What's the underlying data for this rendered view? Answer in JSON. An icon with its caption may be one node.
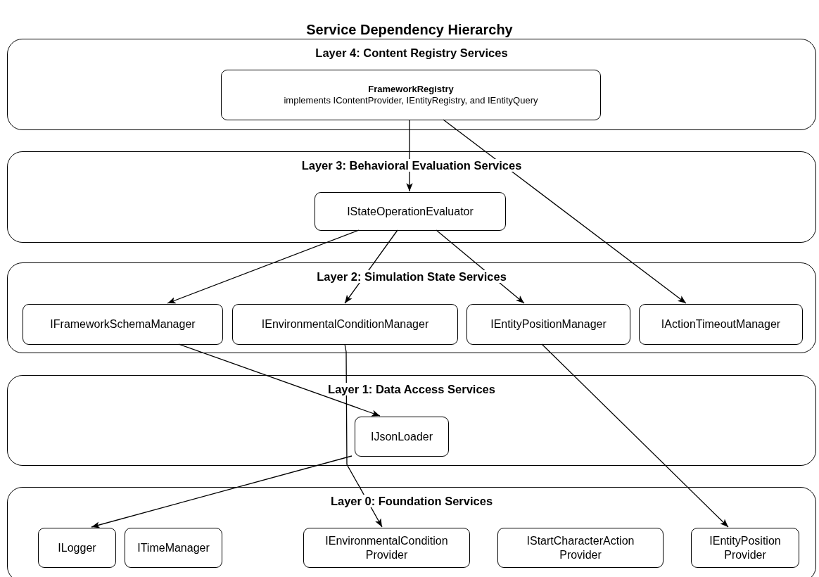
{
  "diagram": {
    "title": "Service Dependency Hierarchy",
    "nodes": [
      {
        "text": [
          "Layer 4: Content Registry Services"
        ]
      },
      {
        "text": [
          "FrameworkRegistry",
          "implements IContentProvider, IEntityRegistry, and IEntityQuery"
        ],
        "in": 0
      },
      {
        "text": [
          "Layer 3: Behavioral Evaluation Services"
        ]
      },
      {
        "text": [
          "IStateOperationEvaluator"
        ],
        "in": 2
      },
      {
        "text": [
          "Layer 2: Simulation State Services"
        ]
      },
      {
        "text": [
          "IFrameworkSchemaManager"
        ],
        "in": 4
      },
      {
        "text": [
          "IEnvironmentalConditionManager"
        ],
        "in": 4
      },
      {
        "text": [
          "IEntityPositionManager"
        ],
        "in": 4
      },
      {
        "text": [
          "IActionTimeoutManager"
        ],
        "in": 4
      },
      {
        "text": [
          "Layer 1: Data Access Services"
        ]
      },
      {
        "text": [
          "IJsonLoader"
        ],
        "in": 9
      },
      {
        "text": [
          "Layer 0: Foundation Services"
        ]
      },
      {
        "text": [
          "ILogger"
        ],
        "in": 11
      },
      {
        "text": [
          "ITimeManager"
        ],
        "in": 11
      },
      {
        "text": [
          "IEnvironmentalCondition Provider"
        ],
        "in": 11
      },
      {
        "text": [
          "IStartCharacterAction Provider"
        ],
        "in": 11
      },
      {
        "text": [
          "IEntityPosition Provider"
        ],
        "in": 11
      }
    ],
    "edges": [
      {
        "from": 1,
        "to": 3,
        "arrow": "to"
      },
      {
        "from": 1,
        "to": 8,
        "arrow": "to"
      },
      {
        "from": 3,
        "to": 5,
        "arrow": "to"
      },
      {
        "from": 3,
        "to": 6,
        "arrow": "to"
      },
      {
        "from": 3,
        "to": 7,
        "arrow": "to"
      },
      {
        "from": 5,
        "to": 10,
        "arrow": "to"
      },
      {
        "from": 6,
        "to": 14,
        "arrow": "to"
      },
      {
        "from": 7,
        "to": 16,
        "arrow": "to"
      },
      {
        "from": 10,
        "to": 12,
        "arrow": "to"
      }
    ]
  }
}
